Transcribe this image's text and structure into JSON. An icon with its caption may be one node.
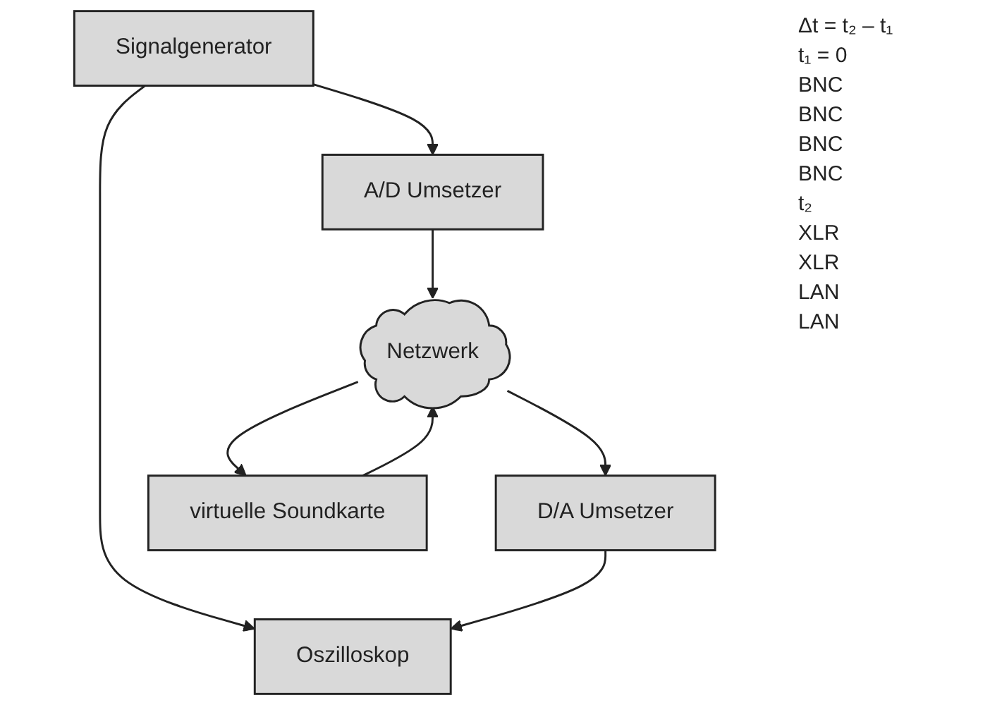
{
  "diagram": {
    "nodes": [
      {
        "text": [
          "Signalgenerator"
        ]
      },
      {
        "text": [
          "Oszilloskop"
        ]
      },
      {
        "text": [
          "A/D Umsetzer"
        ]
      },
      {
        "text": [
          "D/A Umsetzer"
        ]
      },
      {
        "text": [
          "Netzwerk"
        ]
      },
      {
        "text": [
          "virtuelle Soundkarte"
        ]
      }
    ],
    "edges": [
      {
        "from": 0,
        "to": 1,
        "arrow": "to"
      },
      {
        "from": 0,
        "to": 2,
        "arrow": "to"
      },
      {
        "from": 2,
        "to": 4,
        "arrow": "to"
      },
      {
        "from": 4,
        "to": 3,
        "arrow": "to"
      },
      {
        "from": 3,
        "to": 1,
        "arrow": "to"
      },
      {
        "from": 4,
        "to": 5,
        "arrow": "to"
      },
      {
        "from": 5,
        "to": 4,
        "arrow": "to"
      }
    ],
    "labels": [
      "Δt = t₂ – t₁",
      "t₁ = 0",
      "BNC",
      "BNC",
      "BNC",
      "BNC",
      "t₂",
      "XLR",
      "XLR",
      "LAN",
      "LAN"
    ]
  }
}
